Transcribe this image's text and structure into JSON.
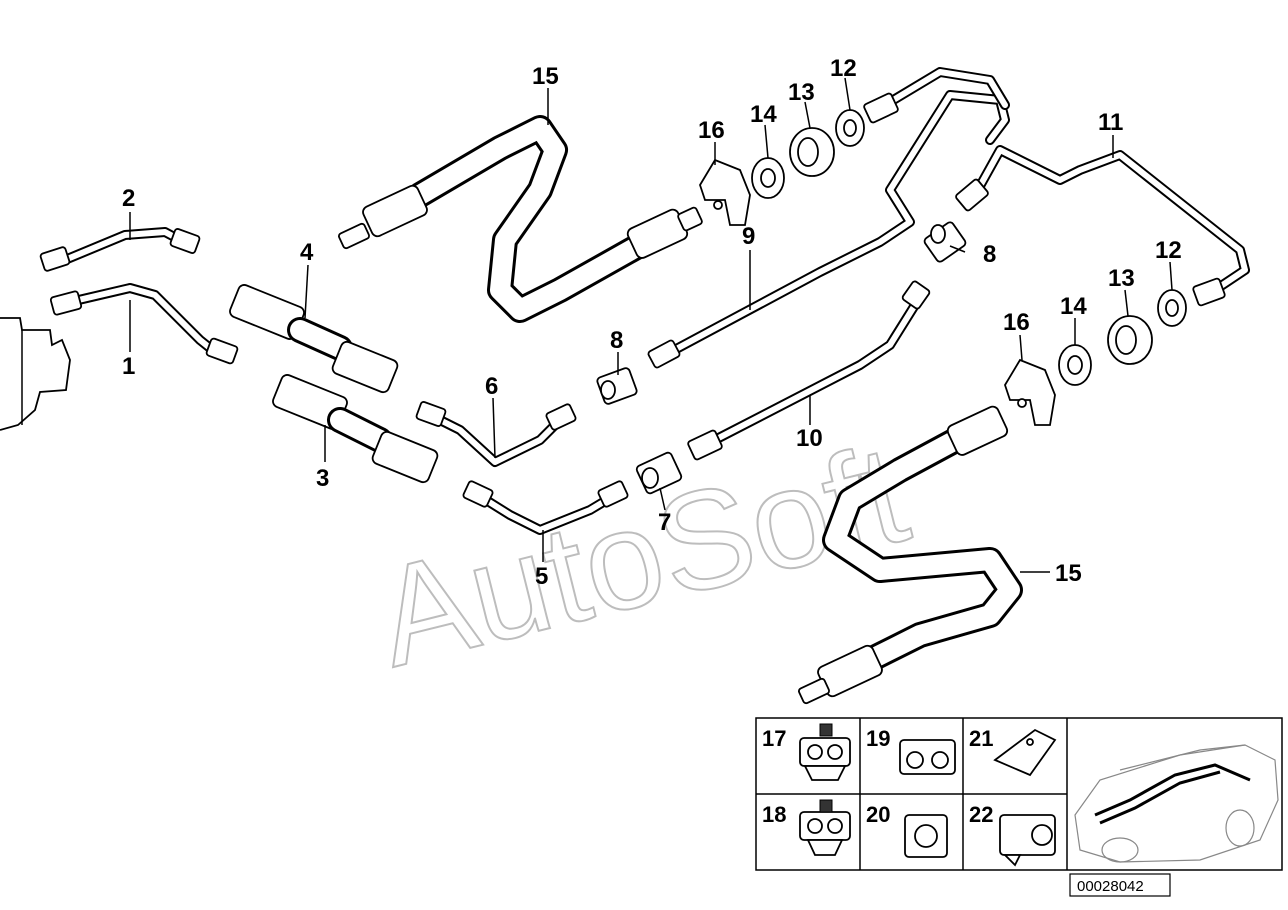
{
  "watermark": "AutoSoft",
  "reference_number": "00028042",
  "callouts": {
    "c1": "1",
    "c2": "2",
    "c3": "3",
    "c4": "4",
    "c5": "5",
    "c6": "6",
    "c7": "7",
    "c8a": "8",
    "c8b": "8",
    "c9": "9",
    "c10": "10",
    "c11": "11",
    "c12a": "12",
    "c12b": "12",
    "c13a": "13",
    "c13b": "13",
    "c14a": "14",
    "c14b": "14",
    "c15a": "15",
    "c15b": "15",
    "c16a": "16",
    "c16b": "16"
  },
  "inset_labels": {
    "i17": "17",
    "i18": "18",
    "i19": "19",
    "i20": "20",
    "i21": "21",
    "i22": "22"
  },
  "icons": [
    "brake-line-icon",
    "brake-hose-icon",
    "fitting-icon",
    "grommet-icon",
    "washer-icon",
    "bracket-icon",
    "clip-icon",
    "car-outline-icon"
  ]
}
